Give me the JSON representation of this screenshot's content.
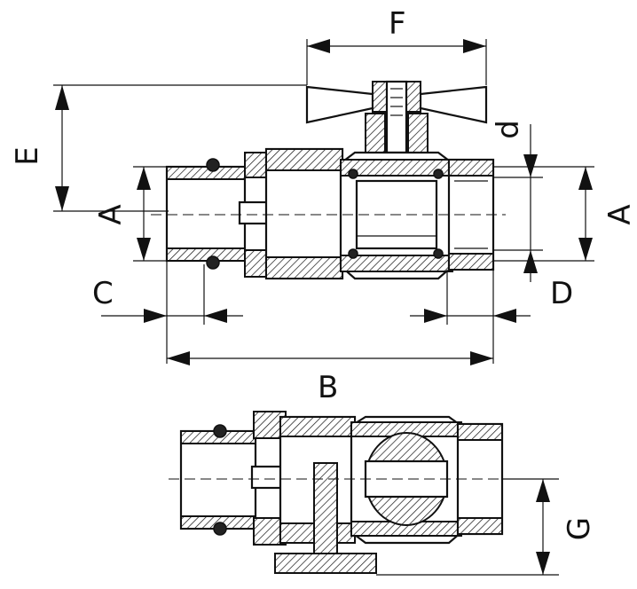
{
  "labels": {
    "F": "F",
    "E": "E",
    "d": "d",
    "A_left": "A",
    "A_right": "A",
    "C": "C",
    "D": "D",
    "B": "B",
    "G": "G"
  }
}
